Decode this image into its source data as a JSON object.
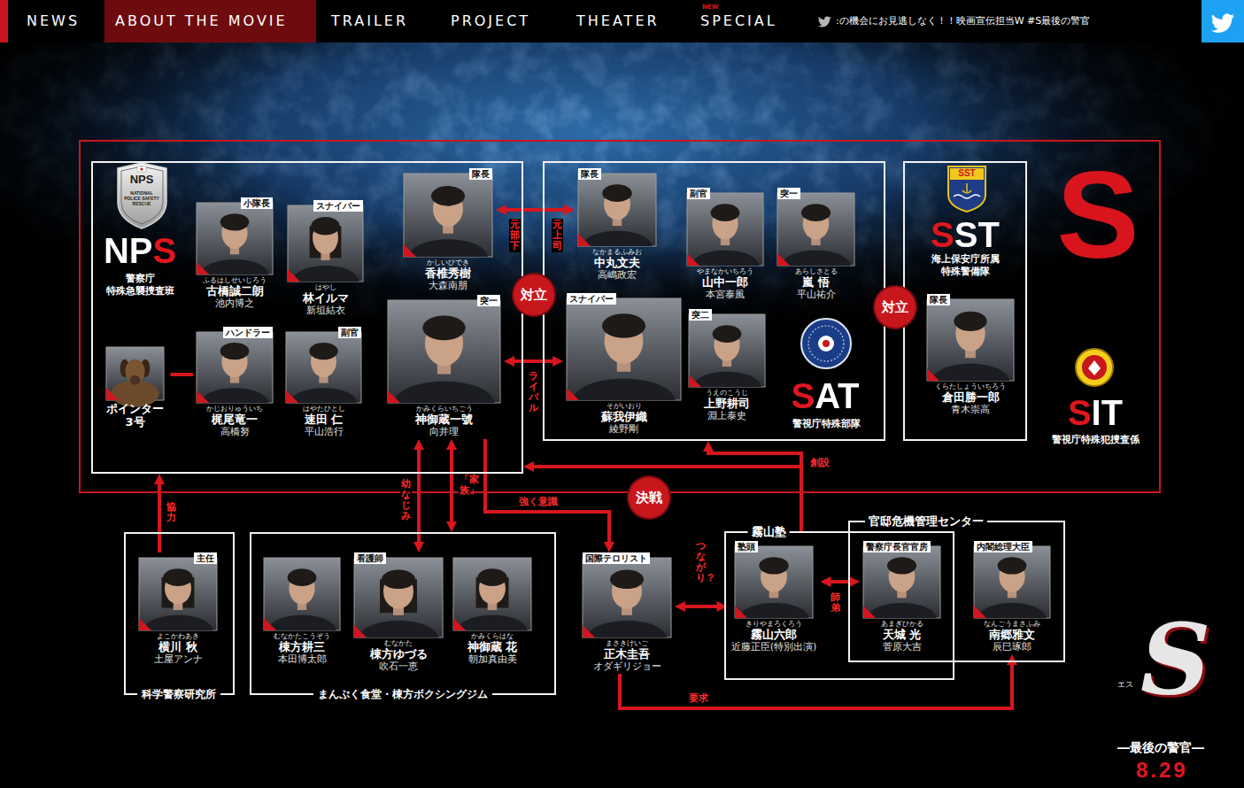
{
  "diagram": {
    "nodes": [
      {
        "text": [
          "S",
          "SIT",
          "警視庁特殊犯捜査係"
        ]
      },
      {
        "text": [
          "NPS",
          "警察庁 特殊急襲捜査班"
        ],
        "in": 0
      },
      {
        "text": [
          "小隊長",
          "ふるはしせいじろう",
          "古橋誠二朗",
          "池内博之"
        ],
        "in": 1
      },
      {
        "text": [
          "スナイパー",
          "はやし",
          "林イルマ",
          "新垣結衣"
        ],
        "in": 1
      },
      {
        "text": [
          "隊長",
          "かしいひでき",
          "香椎秀樹",
          "大森南朋"
        ],
        "in": 1
      },
      {
        "text": [
          "ポインター 3号"
        ],
        "in": 1
      },
      {
        "text": [
          "ハンドラー",
          "かじおりゅういち",
          "梶尾竜一",
          "高橋努"
        ],
        "in": 1
      },
      {
        "text": [
          "副官",
          "はやたひとし",
          "速田 仁",
          "平山浩行"
        ],
        "in": 1
      },
      {
        "text": [
          "突一",
          "かみくらいちごう",
          "神御蔵一號",
          "向井理"
        ],
        "in": 1
      },
      {
        "text": [
          "SAT",
          "警視庁特殊部隊"
        ],
        "in": 0
      },
      {
        "text": [
          "隊長",
          "なかまるふみお",
          "中丸文夫",
          "高嶋政宏"
        ],
        "in": 9
      },
      {
        "text": [
          "副官",
          "やまなかいちろう",
          "山中一郎",
          "本宮泰風"
        ],
        "in": 9
      },
      {
        "text": [
          "突一",
          "あらしさとる",
          "嵐 悟",
          "平山祐介"
        ],
        "in": 9
      },
      {
        "text": [
          "スナイパー",
          "そがいおり",
          "蘇我伊織",
          "綾野剛"
        ],
        "in": 9
      },
      {
        "text": [
          "突二",
          "うえのこうじ",
          "上野耕司",
          "淵上泰史"
        ],
        "in": 9
      },
      {
        "text": [
          "SST",
          "海上保安庁所属 特殊警備隊"
        ],
        "in": 0
      },
      {
        "text": [
          "隊長",
          "くらたしょういちろう",
          "倉田勝一郎",
          "青木崇高"
        ],
        "in": 15
      },
      {
        "text": [
          "科学警察研究所"
        ]
      },
      {
        "text": [
          "主任",
          "よこかわあき",
          "横川 秋",
          "土屋アンナ"
        ],
        "in": 17
      },
      {
        "text": [
          "まんぷく食堂・棟方ボクシングジム"
        ]
      },
      {
        "text": [
          "むなかたこうぞう",
          "棟方耕三",
          "本田博太郎"
        ],
        "in": 19
      },
      {
        "text": [
          "看護師",
          "むなかた",
          "棟方ゆづる",
          "吹石一恵"
        ],
        "in": 19
      },
      {
        "text": [
          "かみくらはな",
          "神御蔵 花",
          "朝加真由美"
        ],
        "in": 19
      },
      {
        "text": [
          "国際テロリスト",
          "まさきけいご",
          "正木圭吾",
          "オダギリジョー"
        ]
      },
      {
        "text": [
          "霧山塾"
        ]
      },
      {
        "text": [
          "塾頭",
          "きりやまろくろう",
          "霧山六郎",
          "近藤正臣(特別出演)"
        ],
        "in": 24
      },
      {
        "text": [
          "官邸危機管理センター"
        ]
      },
      {
        "text": [
          "警察庁長官官房",
          "あまぎひかる",
          "天城 光",
          "菅原大吉"
        ],
        "in": 26
      },
      {
        "text": [
          "内閣総理大臣",
          "なんごうまさふみ",
          "南郷雅文",
          "辰巳琢郎"
        ],
        "in": 26
      }
    ],
    "edges": [
      {
        "from": 4,
        "to": 10,
        "arrow": "both",
        "label": "元部下"
      },
      {
        "from": 8,
        "to": 13,
        "arrow": "both",
        "label": "ライバル"
      },
      {
        "from": 8,
        "to": 21,
        "arrow": "both",
        "label": "幼なじみ"
      },
      {
        "from": 8,
        "to": 19,
        "arrow": "both",
        "label": "「家族」"
      },
      {
        "from": 8,
        "to": 23,
        "arrow": "to",
        "label": "強く意識"
      },
      {
        "from": 24,
        "to": 1,
        "arrow": "to"
      },
      {
        "from": 24,
        "to": 9,
        "arrow": "to",
        "label": "創設"
      },
      {
        "from": 23,
        "to": 25,
        "arrow": "both",
        "label": "つながり？"
      },
      {
        "from": 25,
        "to": 27,
        "arrow": "both",
        "label": "師弟"
      },
      {
        "from": 23,
        "to": 28,
        "arrow": "to",
        "label": "要求"
      },
      {
        "from": 18,
        "to": 1,
        "arrow": "to",
        "label": "協力"
      },
      {
        "from": 5,
        "to": 6,
        "arrow": "none"
      }
    ],
    "labels": [
      "NEWS",
      "ABOUT THE MOVIE",
      "TRAILER",
      "PROJECT",
      "THEATER",
      "NEW",
      "SPECIAL",
      ":の機会にお見逃しなく！！映画宣伝担当W #S最後の警官",
      "NPS",
      "NATIONAL POLICE SAFETY RESCUE",
      "SST",
      "対立",
      "対立",
      "決戦",
      "元上司",
      "S",
      "エス",
      "―最後の警官―",
      "8.29"
    ]
  }
}
